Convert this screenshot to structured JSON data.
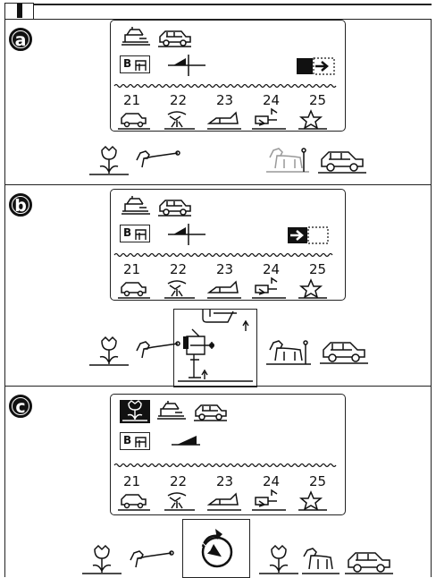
{
  "header_icon": "two-column-icon",
  "sections": [
    {
      "letter": "a",
      "numbers": [
        "21",
        "22",
        "23",
        "24",
        "25"
      ],
      "mode_label": "B",
      "arrow_state": "filled-arrow"
    },
    {
      "letter": "b",
      "numbers": [
        "21",
        "22",
        "23",
        "24",
        "25"
      ],
      "mode_label": "B",
      "arrow_state": "outlined-arrow"
    },
    {
      "letter": "c",
      "numbers": [
        "21",
        "22",
        "23",
        "24",
        "25"
      ],
      "mode_label": "B",
      "arrow_state": "none"
    }
  ],
  "insets": {
    "b": "presser-foot-lever-illustration",
    "c": "rotate-reverse-button-icon"
  },
  "colors": {
    "ink": "#111111",
    "gray": "#999999"
  }
}
